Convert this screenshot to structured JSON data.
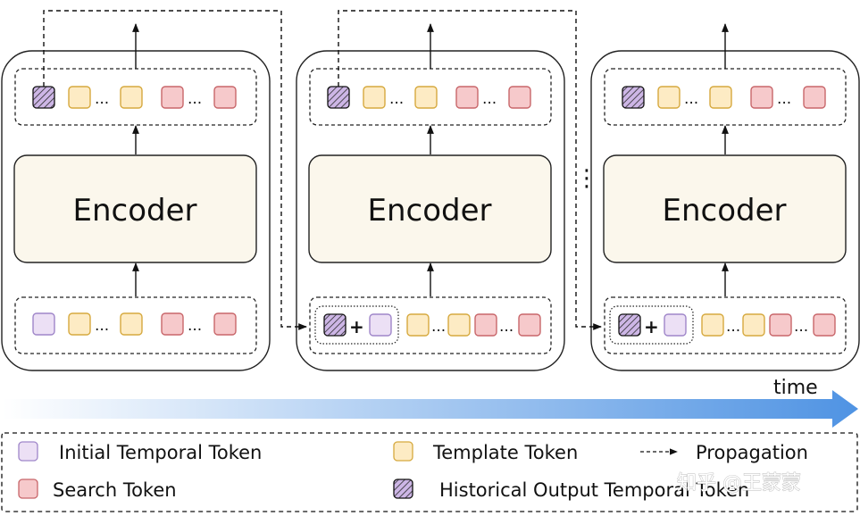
{
  "stages": [
    {
      "encoder_label": "Encoder",
      "input_has_history": false
    },
    {
      "encoder_label": "Encoder",
      "input_has_history": true
    },
    {
      "encoder_label": "Encoder",
      "input_has_history": true
    }
  ],
  "plus_sign": "+",
  "ellipsis": "...",
  "gap_dots": "⋮",
  "time_label": "time",
  "legend": {
    "initial_temporal": "Initial Temporal Token",
    "template": "Template Token",
    "propagation": "Propagation",
    "search": "Search Token",
    "historical": "Historical Output Temporal Token"
  },
  "watermark": "知乎 @王蒙蒙",
  "colors": {
    "initial_fill": "#ECE0F5",
    "initial_stroke": "#9F86C9",
    "template_fill": "#FDEBC4",
    "template_stroke": "#D6A93E",
    "search_fill": "#F6C9CB",
    "search_stroke": "#C8666A",
    "historical_fill": "#CDB6E6",
    "encoder_fill": "#FBF7EC",
    "arrow_bar_start": "#FFFFFF",
    "arrow_bar_end": "#4F93E3"
  }
}
